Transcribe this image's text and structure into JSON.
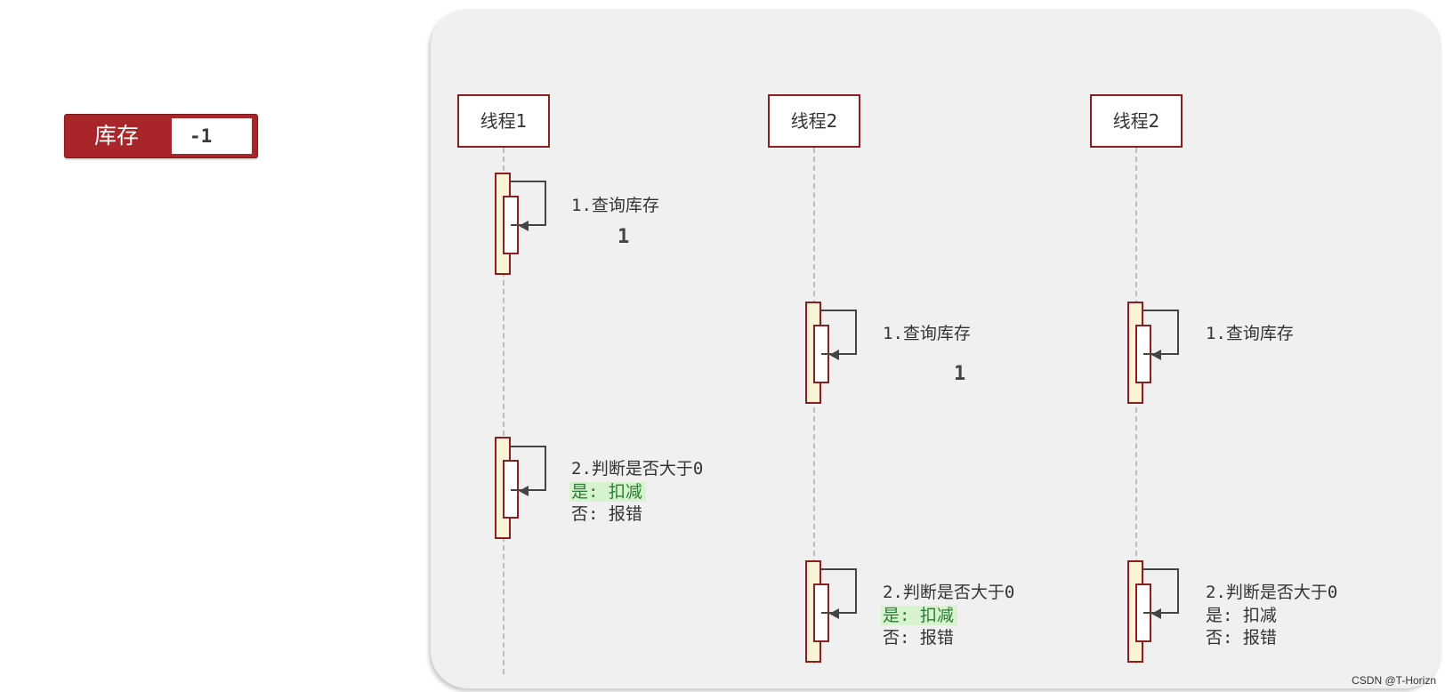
{
  "stock": {
    "label": "库存",
    "value": "-1"
  },
  "threads": [
    {
      "name": "线程1"
    },
    {
      "name": "线程2"
    },
    {
      "name": "线程2"
    }
  ],
  "messages": {
    "query": "1.查询库存",
    "judge": "2.判断是否大于0",
    "yes": "是: 扣减",
    "no": "否: 报错"
  },
  "query_results": [
    "1",
    "1"
  ],
  "watermark": "CSDN @T-Horizn"
}
